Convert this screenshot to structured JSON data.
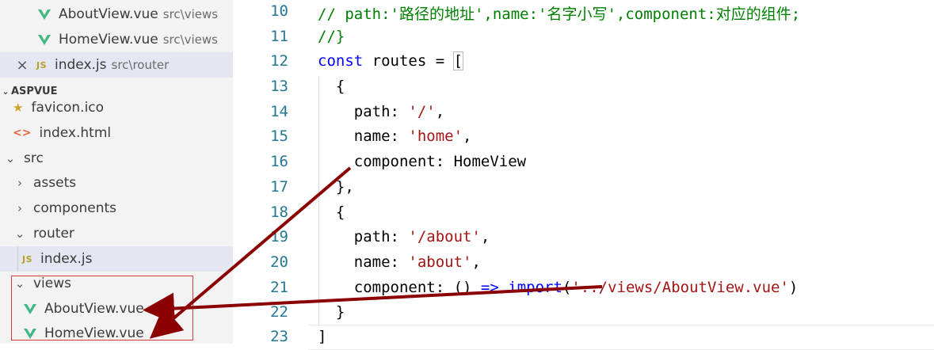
{
  "sidebar": {
    "open_editors": [
      {
        "name": "AboutView.vue",
        "hint": "src\\views",
        "icon": "vue-icon"
      },
      {
        "name": "HomeView.vue",
        "hint": "src\\views",
        "icon": "vue-icon"
      },
      {
        "name": "index.js",
        "hint": "src\\router",
        "icon": "js-icon",
        "close": "×",
        "selected": true
      }
    ],
    "section_title": "ASPVUE",
    "tree": {
      "favicon": "favicon.ico",
      "index_html": "index.html",
      "src": "src",
      "assets": "assets",
      "components": "components",
      "router": "router",
      "router_index": "index.js",
      "views": "views",
      "about_view": "AboutView.vue",
      "home_view": "HomeView.vue"
    },
    "icons": {
      "js": "JS",
      "chevron_right": "›",
      "chevron_down": "⌄",
      "star": "★",
      "html": "<>"
    }
  },
  "editor": {
    "line_numbers": [
      "10",
      "11",
      "12",
      "13",
      "14",
      "15",
      "16",
      "17",
      "18",
      "19",
      "20",
      "21",
      "22",
      "23"
    ],
    "lines": {
      "l10": "// path:'路径的地址',name:'名字小写',component:对应的组件;",
      "l11": "//}",
      "l12_kw": "const",
      "l12_rest": " routes = ",
      "l12_br": "[",
      "l13": "{",
      "l14_key": "path: ",
      "l14_val": "'/'",
      "l14_end": ",",
      "l15_key": "name: ",
      "l15_val": "'home'",
      "l15_end": ",",
      "l16": "component: HomeView",
      "l17": "},",
      "l18": "{",
      "l19_key": "path: ",
      "l19_val": "'/about'",
      "l19_end": ",",
      "l20_key": "name: ",
      "l20_val": "'about'",
      "l20_end": ",",
      "l21_a": "component: () ",
      "l21_arrow": "=>",
      "l21_sp": " ",
      "l21_import": "import",
      "l21_open": "(",
      "l21_str": "'../views/AboutView.vue'",
      "l21_close": ")",
      "l22": "}",
      "l23": "]"
    }
  },
  "colors": {
    "annotation_arrow": "#8b0000",
    "annotation_box": "#d23b3b"
  }
}
